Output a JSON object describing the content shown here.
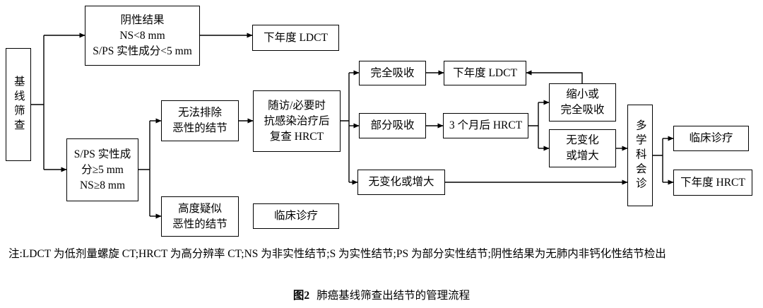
{
  "nodes": {
    "baseline": "基线筛查",
    "negative_result": "阴性结果\nNS<8 mm\nS/PS 实性成分<5 mm",
    "next_year_ldct_top": "下年度 LDCT",
    "sps_ge5": "S/PS 实性成\n分≥5 mm\nNS≥8 mm",
    "cannot_exclude_malignant": "无法排除\n恶性的结节",
    "followup_hrct": "随访/必要时\n抗感染治疗后\n复查 HRCT",
    "complete_absorption": "完全吸收",
    "next_year_ldct_mid": "下年度 LDCT",
    "partial_absorption": "部分吸收",
    "hrct_3_months": "3 个月后 HRCT",
    "shrink_or_complete": "缩小或\n完全吸收",
    "nochange_or_increase_small": "无变化\n或增大",
    "nochange_or_increase_wide": "无变化或增大",
    "mdt": "多学科会诊",
    "clinical_care_right": "临床诊疗",
    "next_year_hrct": "下年度 HRCT",
    "highly_suspicious_malignant": "高度疑似\n恶性的结节",
    "clinical_care_bottom": "临床诊疗"
  },
  "figure": {
    "note": "注:LDCT 为低剂量螺旋 CT;HRCT 为高分辨率 CT;NS 为非实性结节;S 为实性结节;PS 为部分实性结节;阴性结果为无肺内非钙化性结节检出",
    "caption_label": "图2",
    "caption_text": "肺癌基线筛查出结节的管理流程"
  },
  "colors": {
    "line": "#000000",
    "background": "#ffffff"
  }
}
